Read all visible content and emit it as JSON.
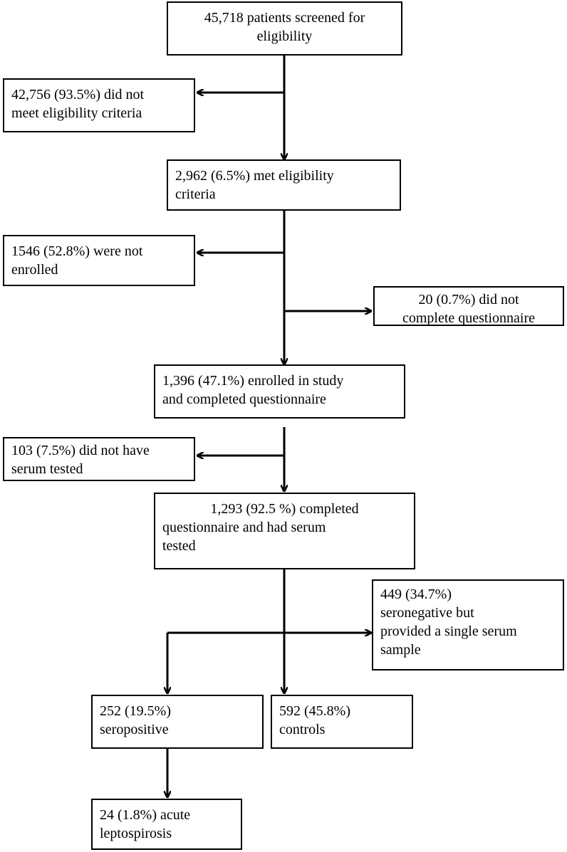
{
  "nodes": {
    "screened": [
      "45,718 patients screened for",
      "eligibility"
    ],
    "not_eligible": [
      "42,756 (93.5%) did not",
      "meet eligibility criteria"
    ],
    "eligible": [
      "2,962 (6.5%) met eligibility",
      "criteria"
    ],
    "not_enrolled": [
      "1546 (52.8%) were not",
      "enrolled"
    ],
    "no_questionnaire": [
      "20 (0.7%) did not",
      "complete questionnaire"
    ],
    "enrolled": [
      "1,396 (47.1%) enrolled in study",
      "and completed questionnaire"
    ],
    "no_serum": [
      "103 (7.5%) did not have",
      "serum tested"
    ],
    "serum_tested": [
      "1,293 (92.5 %) completed",
      "questionnaire and had serum",
      "tested"
    ],
    "seronegative_single": [
      "449 (34.7%)",
      "seronegative but",
      "provided a single serum",
      "sample"
    ],
    "seropositive": [
      "252 (19.5%)",
      "seropositive"
    ],
    "controls": [
      "592 (45.8%)",
      "controls"
    ],
    "acute": [
      "24 (1.8%) acute",
      "leptospirosis"
    ]
  },
  "colors": {
    "line": "#000000",
    "background": "#ffffff"
  }
}
